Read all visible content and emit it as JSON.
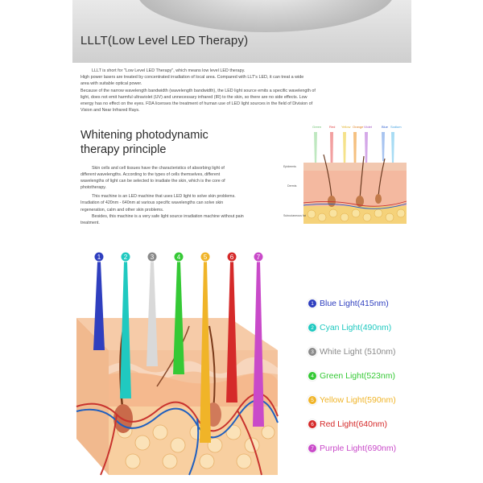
{
  "header": {
    "title": "LLLT(Low Level LED Therapy)"
  },
  "intro": {
    "lines": [
      "LLLT is short for \"Low Level LED Therapy\", which means low level LED therapy.",
      "High power lasers are treated by concentrated irradiation of local area. Compared with LLT's LED, it can treat a wide",
      "area with suitable optical power.",
      "Because of the narrow wavelength bandwidth (wavelength bandwidth), the LED light source emits a specific wavelength of",
      "light, does not emit harmful ultraviolet (UV) and unnecessary infrared (IR) to the skin, so there are no side effects. Low",
      "energy has no effect on the eyes. FDA licenses the treatment of human use of LED light sources in the field of Division of",
      "Vision and Near Infrared Rays."
    ]
  },
  "section": {
    "title_line1": "Whitening photodynamic",
    "title_line2": "therapy principle",
    "body_lines": [
      "Skin cells and cell tissues have the characteristics of absorbing light of",
      "different wavelengths. According to the types of cells themselves, different",
      "wavelengths of light can be selected to irradiate the skin, which is the core of",
      "phototherapy.",
      "This machine is an LED machine that uses LED light to solve skin problems.",
      "Irradiation of 420nm - 640nm at various specific wavelengths can solve skin",
      "regeneration, calm and other skin problems.",
      "Besides, this machine is a very safe light source irradiation machine without pain",
      "treatment."
    ]
  },
  "mini_diagram": {
    "lights": [
      "Green",
      "Red",
      "Yellow",
      "Orange",
      "Violet",
      "Blue",
      "Sodium"
    ],
    "layers": [
      "Epidermis",
      "Dermis",
      "Subcutaneous fat"
    ]
  },
  "lights": [
    {
      "num": "1",
      "label": "Blue Light(415nm)",
      "color": "#2f3fbf"
    },
    {
      "num": "2",
      "label": "Cyan Light(490nm)",
      "color": "#20c9c0"
    },
    {
      "num": "3",
      "label": "White Light  (510nm)",
      "color": "#8a8a8a"
    },
    {
      "num": "4",
      "label": "Green Light(523nm)",
      "color": "#35c935"
    },
    {
      "num": "5",
      "label": "Yellow Light(590nm)",
      "color": "#f0b428"
    },
    {
      "num": "6",
      "label": "Red Light(640nm)",
      "color": "#d52a2a"
    },
    {
      "num": "7",
      "label": "Purple Light(690nm)",
      "color": "#c94ac9"
    }
  ],
  "colors": {
    "skin_top": "#f6c9a8",
    "skin_mid": "#f3b57f",
    "skin_fat": "#f7d98a",
    "vein_red": "#c8332e",
    "vein_blue": "#1f5fbf"
  }
}
